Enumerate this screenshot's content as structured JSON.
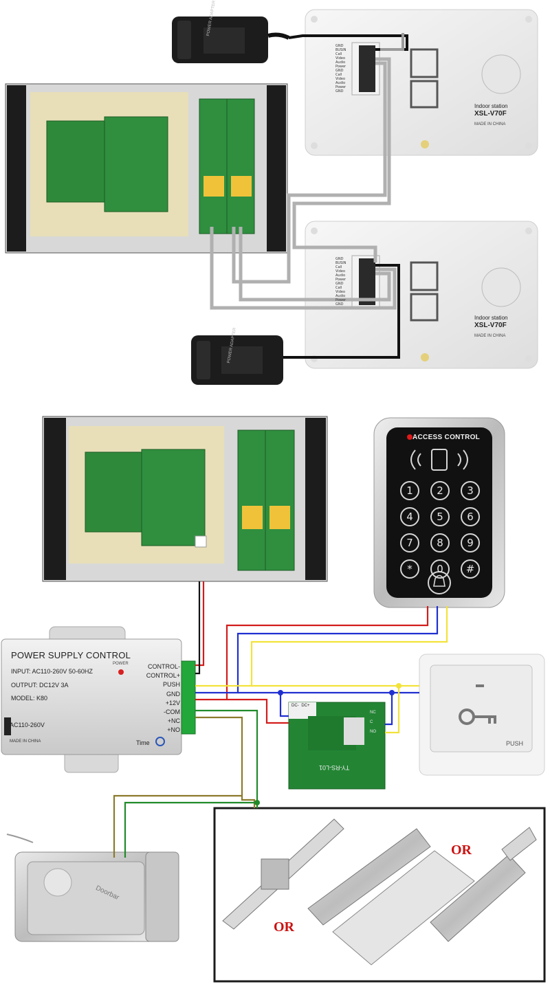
{
  "indoor_station": {
    "model_label": "Indoor station",
    "model_code": "XSL-V70F",
    "made_in": "MADE IN CHINA",
    "terminal_labels": [
      "GND",
      "BUSIN",
      "Call",
      "Video",
      "Audio",
      "Power",
      "GND",
      "Call",
      "Video",
      "Audio",
      "Power",
      "GND"
    ]
  },
  "power_adapter": {
    "label": "POWER ADAPTER"
  },
  "access_control": {
    "title": "ACCESS CONTROL",
    "keys": [
      "1",
      "2",
      "3",
      "4",
      "5",
      "6",
      "7",
      "8",
      "9",
      "*",
      "0",
      "#"
    ]
  },
  "power_supply": {
    "title": "POWER SUPPLY CONTROL",
    "power_indicator": "POWER",
    "input_line": "INPUT: AC110-260V 50-60HZ",
    "output_line": "OUTPUT: DC12V 3A",
    "model_line": "MODEL: K80",
    "ac_label": "AC110-260V",
    "made_in": "MADE IN CHINA",
    "time_label": "Time",
    "terminals": [
      "CONTROL-",
      "CONTROL+",
      "PUSH",
      "GND",
      "+12V",
      "-COM",
      "+NC",
      "+NO"
    ]
  },
  "exit_button": {
    "label": "PUSH"
  },
  "relay_board": {
    "label": "TY-RS-L01",
    "terminals": [
      "DC-",
      "DC+",
      "NC",
      "C",
      "NO"
    ]
  },
  "lock_options": {
    "or_1": "OR",
    "or_2": "OR"
  },
  "lock_brand": "Doorbar",
  "colors": {
    "wire_red": "#d21c1c",
    "wire_blue": "#1f2fd0",
    "wire_yellow": "#f3e23a",
    "wire_brown": "#8b7a2a",
    "wire_green": "#1f8a2a",
    "wire_gray": "#9a9a9a",
    "wire_black": "#111111",
    "or_color": "#cc1111"
  }
}
